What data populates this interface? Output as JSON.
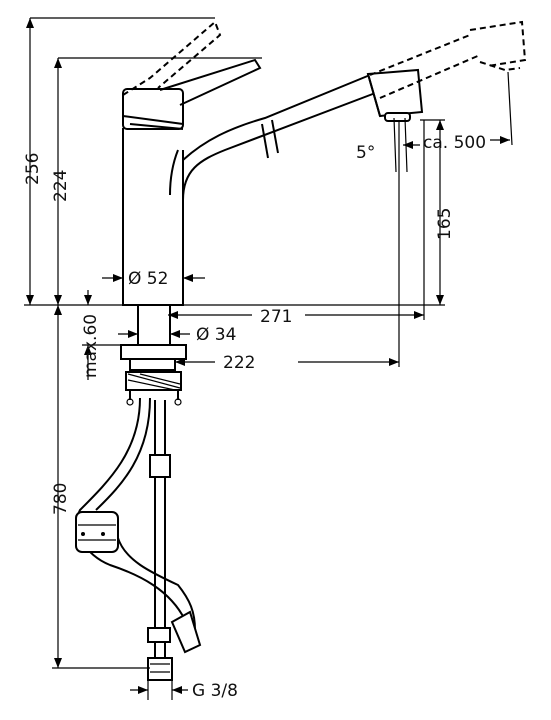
{
  "dimensions": {
    "overall_height": "256",
    "spout_height": "224",
    "outlet_height": "165",
    "reach": "271",
    "reach_lower": "222",
    "body_diameter": "Ø 52",
    "shank_diameter": "Ø 34",
    "max_deck": "max.60",
    "hose_length": "780",
    "pullout": "ca. 500",
    "angle": "5°",
    "thread": "G 3/8"
  }
}
